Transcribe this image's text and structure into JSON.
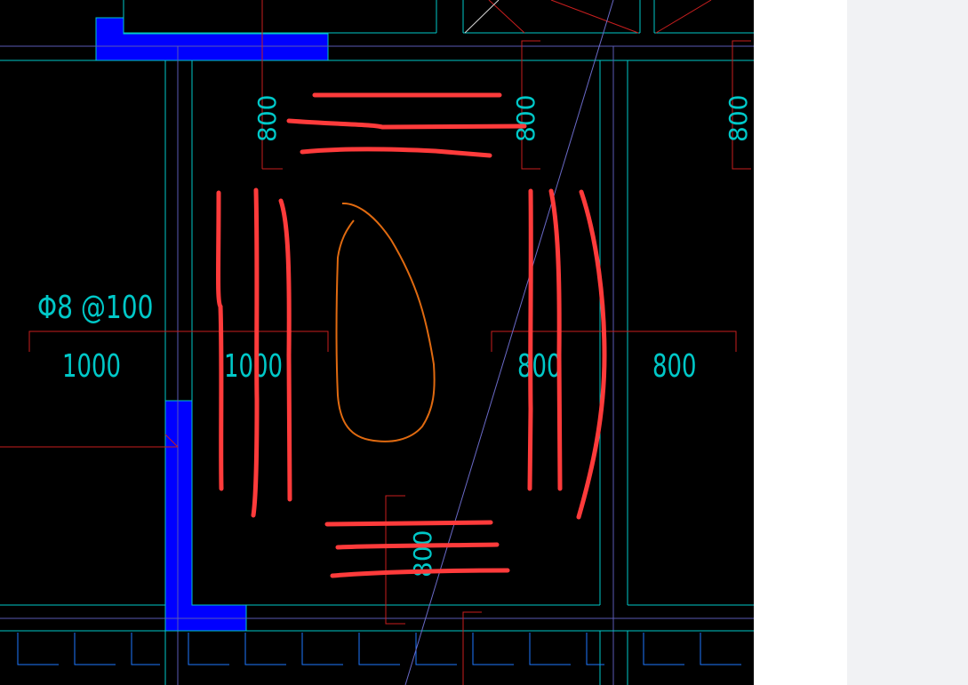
{
  "drawing": {
    "rebar_spec": "Φ8 @100",
    "dimensions": [
      "1000",
      "1000",
      "800",
      "800"
    ],
    "rebar_spacing_labels": [
      "800",
      "800",
      "800",
      "800"
    ]
  },
  "colors": {
    "background": "#000000",
    "wall_lines": "#00c8c8",
    "leader_lines": "#c81e1e",
    "wall_fill": "#0000ff",
    "annotation_red": "#ff3b3b",
    "annotation_orange": "#e06a10",
    "diagonal_line": "#6a6ac8",
    "side_panel": "#f1f2f4"
  },
  "icons": [
    "cad-drawing-canvas"
  ]
}
